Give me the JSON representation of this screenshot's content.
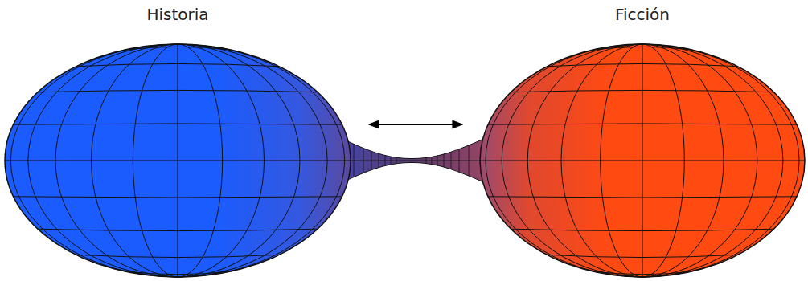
{
  "diagram": {
    "nodes": [
      {
        "text": [
          "Historia"
        ]
      },
      {
        "text": [
          "Ficción"
        ]
      }
    ],
    "edges": [
      {
        "from": 0,
        "to": 1,
        "arrow": "both"
      }
    ]
  }
}
